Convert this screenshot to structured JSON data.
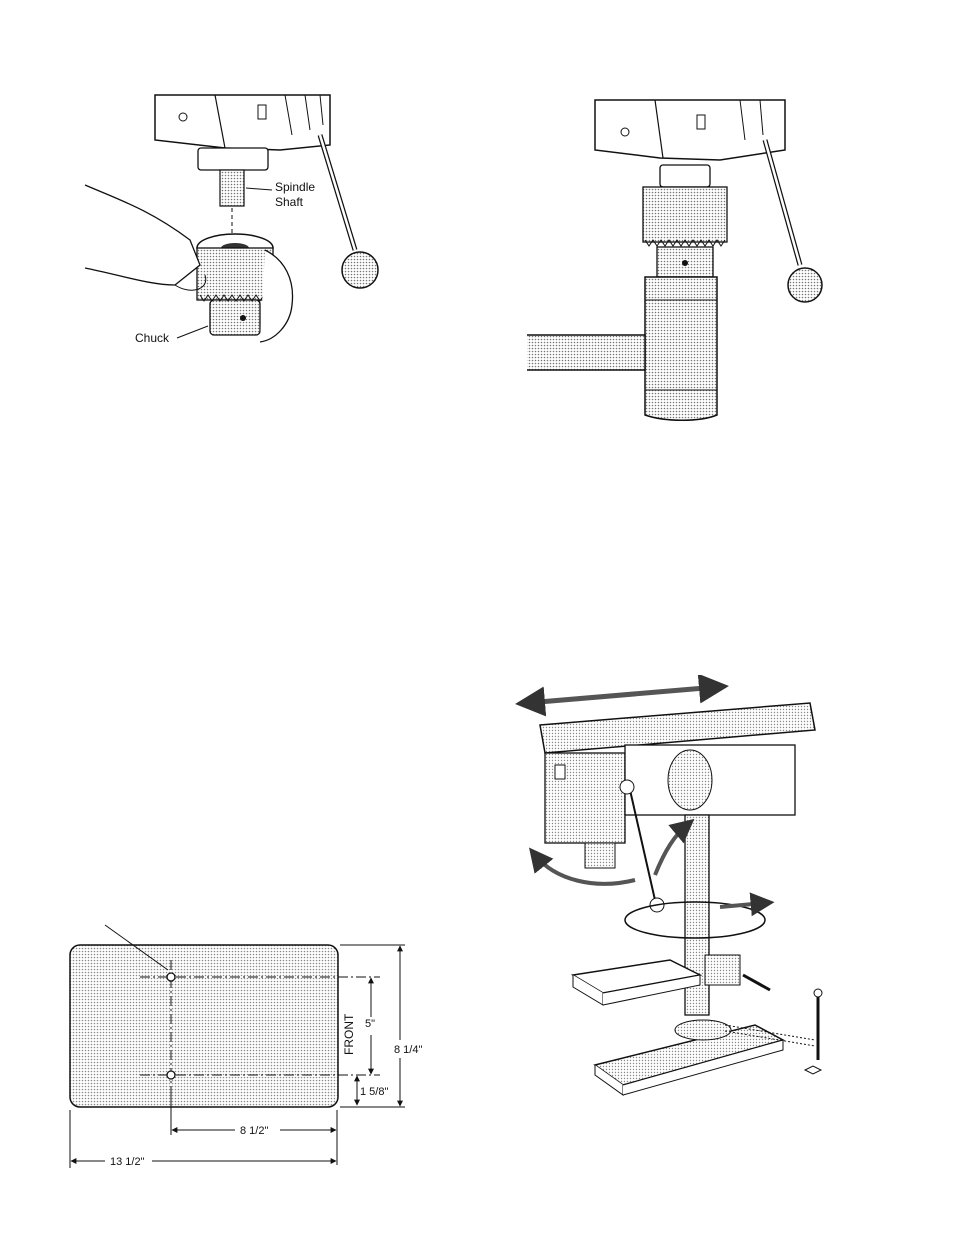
{
  "figure_chuck_install": {
    "spindle_label_line1": "Spindle",
    "spindle_label_line2": "Shaft",
    "chuck_label": "Chuck"
  },
  "figure_mallet": {},
  "figure_drill_press": {},
  "figure_mounting_template": {
    "front_label": "FRONT",
    "dim_hole_spacing_vertical": "5\"",
    "dim_overall_depth": "8 1/4\"",
    "dim_edge_offset": "1 5/8\"",
    "dim_hole_spacing_horizontal": "8 1/2\"",
    "dim_overall_width": "13 1/2\""
  }
}
